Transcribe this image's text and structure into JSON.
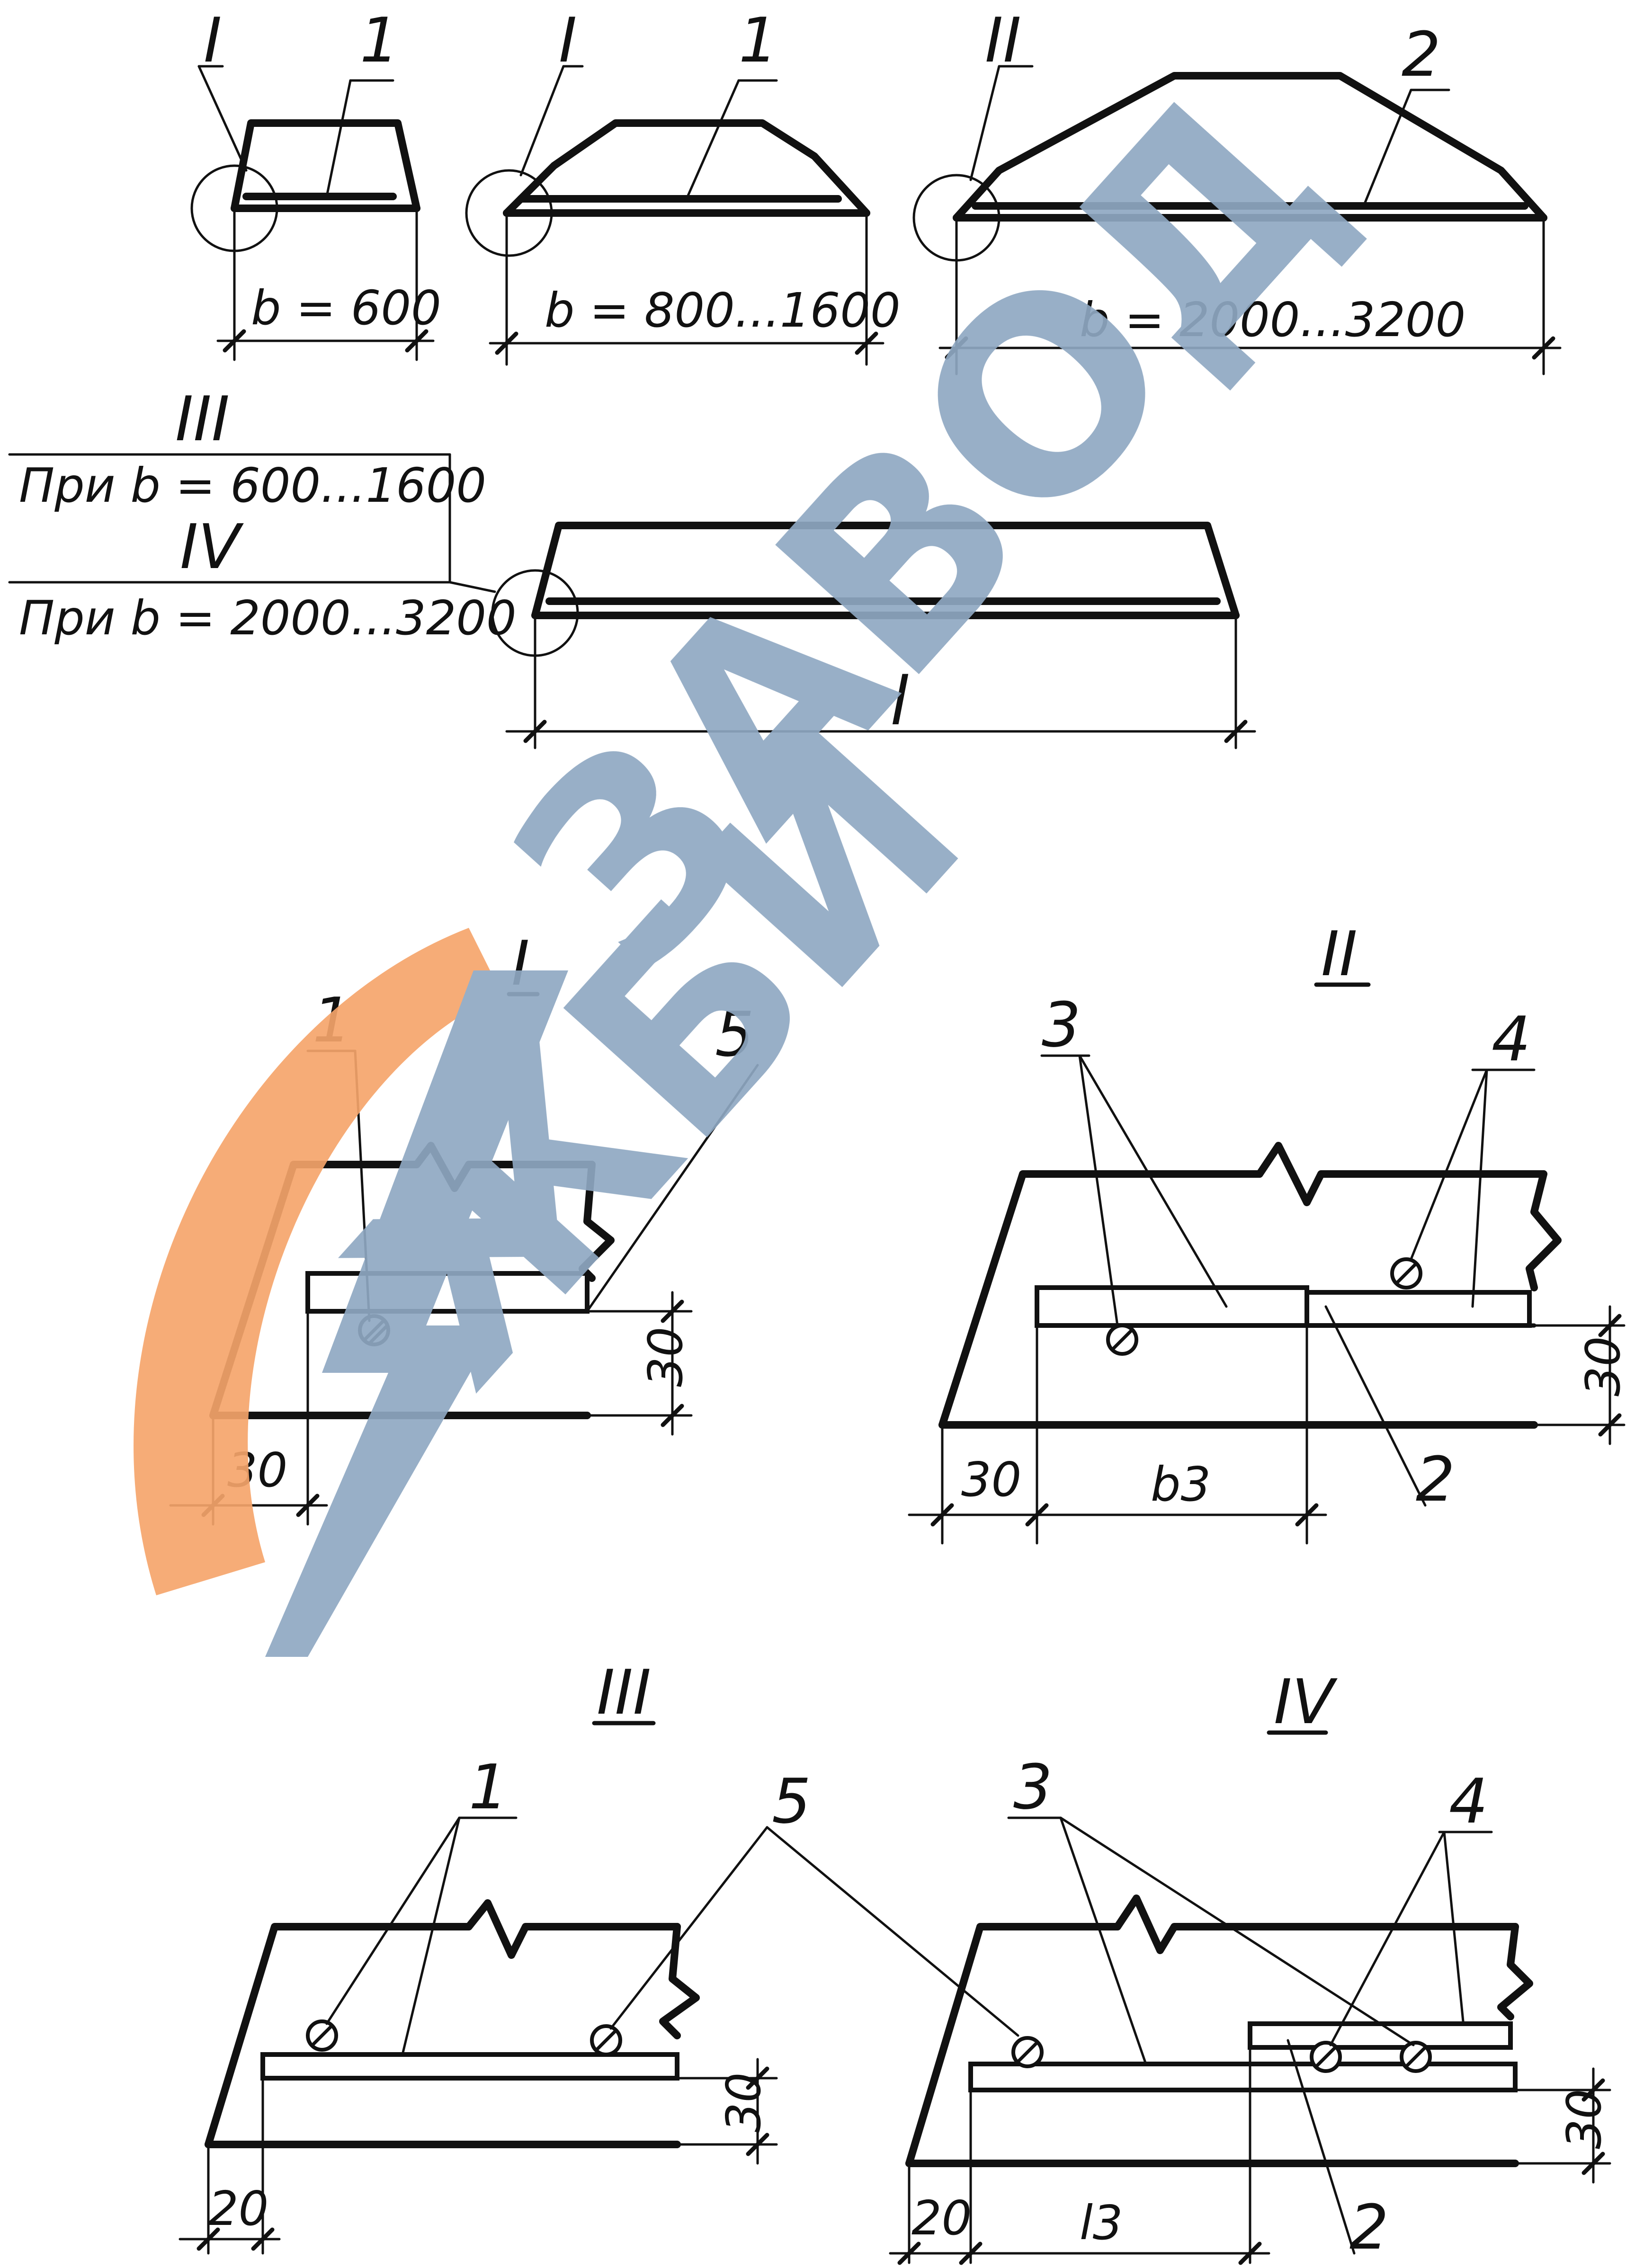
{
  "top_profiles": [
    {
      "callout": "I",
      "item": "1",
      "width_label": "b = 600"
    },
    {
      "callout": "I",
      "item": "1",
      "width_label": "b = 800...1600"
    },
    {
      "callout": "II",
      "item": "2",
      "width_label": "b = 2000...3200"
    }
  ],
  "plan": {
    "callout_a": "III",
    "condition_a": "При  b = 600...1600",
    "callout_b": "IV",
    "condition_b": "При  b = 2000...3200",
    "length_label": "l"
  },
  "details": {
    "I": {
      "title": "I",
      "item_1": "1",
      "item_5": "5",
      "dim_h": "30",
      "dim_w": "30"
    },
    "II": {
      "title": "II",
      "item_3": "3",
      "item_4": "4",
      "item_2": "2",
      "dim_h": "30",
      "dim_w": "30",
      "dim_b3": "b3"
    },
    "III": {
      "title": "III",
      "item_1": "1",
      "item_5": "5",
      "dim_h": "30",
      "dim_w": "20"
    },
    "IV": {
      "title": "IV",
      "item_3": "3",
      "item_4": "4",
      "item_2": "2",
      "dim_h": "30",
      "dim_w": "20",
      "dim_l3": "l3"
    }
  },
  "watermark": {
    "text_line1": "ЗАВОД",
    "text_line2": "ЖБИ",
    "color_blue": "#8fa8c2",
    "color_orange": "#f6a56b"
  }
}
